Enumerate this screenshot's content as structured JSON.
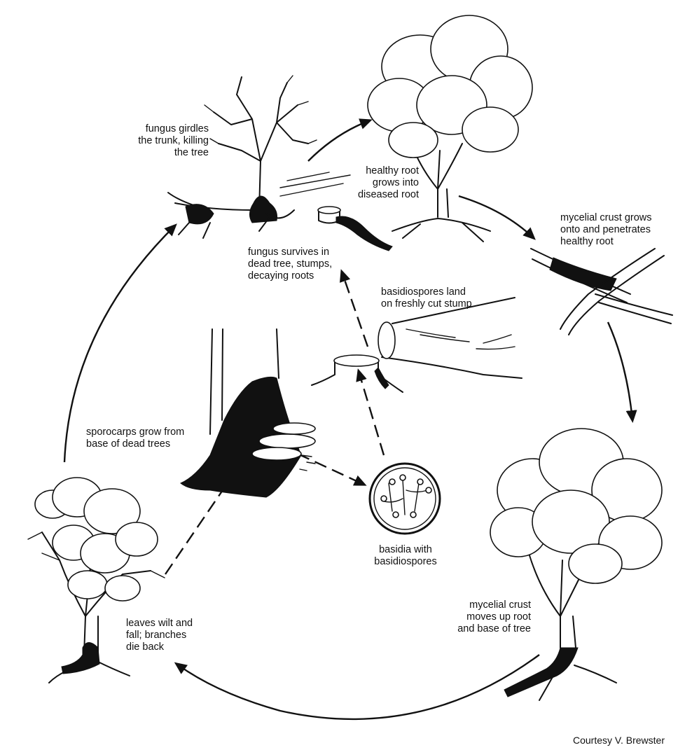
{
  "labels": {
    "fungus_girdles": "fungus girdles\nthe trunk, killing\nthe tree",
    "healthy_root": "healthy root\ngrows into\ndiseased root",
    "mycelial_crust_grows": "mycelial crust grows\nonto and penetrates\nhealthy root",
    "fungus_survives": "fungus survives in\ndead tree, stumps,\ndecaying roots",
    "basidiospores_land": "basidiospores land\non freshly cut stump",
    "sporocarps": "sporocarps grow from\nbase of dead trees",
    "basidia": "basidia with\nbasidiospores",
    "mycelial_crust_moves": "mycelial crust\nmoves up root\nand base of tree",
    "leaves_wilt": "leaves wilt and\nfall; branches\ndie back"
  },
  "credit": "Courtesy V. Brewster"
}
